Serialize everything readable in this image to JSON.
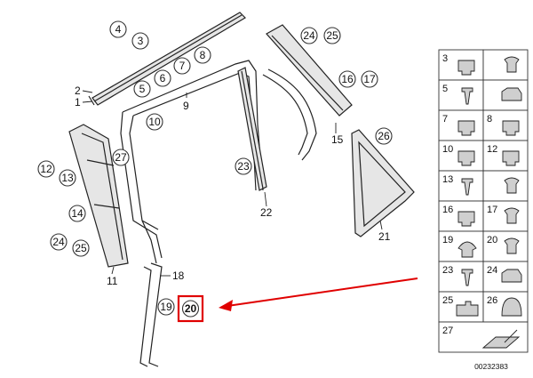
{
  "diagram": {
    "callouts": [
      "4",
      "3",
      "5",
      "6",
      "7",
      "8",
      "10",
      "12",
      "13",
      "27",
      "14",
      "24",
      "25",
      "24",
      "25",
      "16",
      "17",
      "26",
      "23",
      "19"
    ],
    "labels": [
      "2",
      "1",
      "9",
      "15",
      "11",
      "18",
      "22",
      "21"
    ],
    "highlighted_callout": "20",
    "highlight_color": "#e00000",
    "arrow_color": "#e00000",
    "catalog_number": "00232383"
  },
  "legend": {
    "cells": [
      {
        "num": "3",
        "icon": "clip-icon"
      },
      {
        "num": "",
        "icon": "push-rivet-icon"
      },
      {
        "num": "5",
        "icon": "screw-icon"
      },
      {
        "num": "",
        "icon": "bracket-clip-icon"
      },
      {
        "num": "7",
        "icon": "clip-icon"
      },
      {
        "num": "8",
        "icon": "clip-icon"
      },
      {
        "num": "10",
        "icon": "clip-icon"
      },
      {
        "num": "12",
        "icon": "clip-icon"
      },
      {
        "num": "13",
        "icon": "screw-icon"
      },
      {
        "num": "",
        "icon": "push-rivet-icon"
      },
      {
        "num": "16",
        "icon": "clip-icon"
      },
      {
        "num": "17",
        "icon": "push-rivet-icon"
      },
      {
        "num": "19",
        "icon": "dome-clip-icon"
      },
      {
        "num": "20",
        "icon": "push-rivet-icon"
      },
      {
        "num": "23",
        "icon": "screw-icon"
      },
      {
        "num": "24",
        "icon": "bracket-clip-icon"
      },
      {
        "num": "25",
        "icon": "block-icon"
      },
      {
        "num": "26",
        "icon": "cap-icon"
      },
      {
        "num": "27",
        "icon": "arrow-block-icon"
      }
    ]
  }
}
